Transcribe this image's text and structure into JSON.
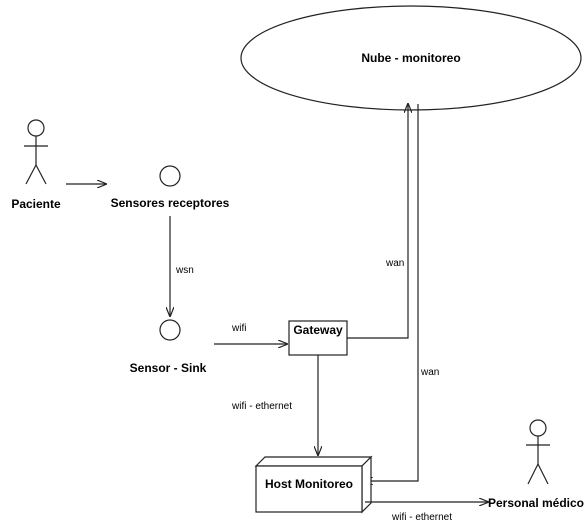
{
  "diagram": {
    "nodes": {
      "cloud": {
        "label": "Nube - monitoreo",
        "shape": "ellipse"
      },
      "paciente": {
        "label": "Paciente",
        "shape": "actor"
      },
      "sensores": {
        "label": "Sensores receptores",
        "shape": "circle"
      },
      "sink": {
        "label": "Sensor - Sink",
        "shape": "circle"
      },
      "gateway": {
        "label": "Gateway",
        "shape": "box"
      },
      "host": {
        "label": "Host Monitoreo",
        "shape": "box-3d"
      },
      "personal": {
        "label": "Personal médico",
        "shape": "actor"
      }
    },
    "edges": {
      "paciente_sensores": {
        "from": "paciente",
        "to": "sensores",
        "label": ""
      },
      "sensores_sink": {
        "from": "sensores",
        "to": "sink",
        "label": "wsn"
      },
      "sink_gateway": {
        "from": "sink",
        "to": "gateway",
        "label": "wifi"
      },
      "gateway_cloud": {
        "from": "gateway",
        "to": "cloud",
        "label": "wan"
      },
      "cloud_host": {
        "from": "cloud",
        "to": "host",
        "label": "wan"
      },
      "gateway_host": {
        "from": "gateway",
        "to": "host",
        "label": "wifi - ethernet"
      },
      "host_personal": {
        "from": "host",
        "to": "personal",
        "label": "wifi - ethernet"
      }
    }
  }
}
